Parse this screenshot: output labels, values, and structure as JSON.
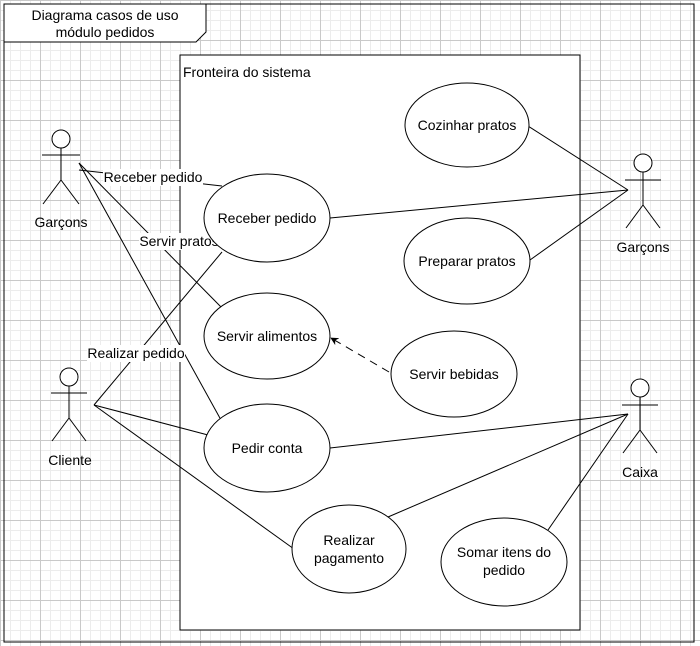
{
  "frame": {
    "title_line1": "Diagrama casos de uso",
    "title_line2": "módulo pedidos"
  },
  "boundary": {
    "label": "Fronteira do sistema"
  },
  "actors": {
    "garcons_left": "Garçons",
    "garcons_right": "Garçons",
    "cliente": "Cliente",
    "caixa": "Caixa"
  },
  "use_cases": {
    "cozinhar": "Cozinhar pratos",
    "receber": "Receber pedido",
    "preparar": "Preparar pratos",
    "servir_alimentos": "Servir alimentos",
    "servir_bebidas": "Servir bebidas",
    "pedir_conta": "Pedir conta",
    "realizar_pagamento_line1": "Realizar",
    "realizar_pagamento_line2": "pagamento",
    "somar_line1": "Somar itens do",
    "somar_line2": "pedido"
  },
  "edge_labels": {
    "receber_pedido": "Receber pedido",
    "servir_pratos": "Servir pratos",
    "realizar_pedido": "Realizar pedido"
  },
  "colors": {
    "stroke": "#000000",
    "fill": "#ffffff",
    "grid": "#c9c9c9"
  }
}
